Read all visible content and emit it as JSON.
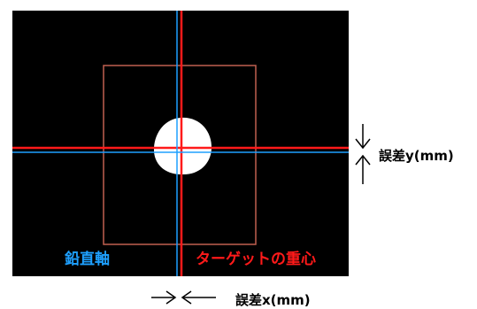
{
  "diagram": {
    "labels": {
      "vertical_axis": "鉛直軸",
      "target_centroid": "ターゲットの重心",
      "error_y": "誤差y(mm)",
      "error_x": "誤差x(mm)"
    },
    "colors": {
      "background": "#000000",
      "vertical_axis": "#1ea0ff",
      "target_centroid": "#ff1a1a",
      "roi_box": "#c06050",
      "target": "#ffffff",
      "arrows": "#000000"
    }
  }
}
